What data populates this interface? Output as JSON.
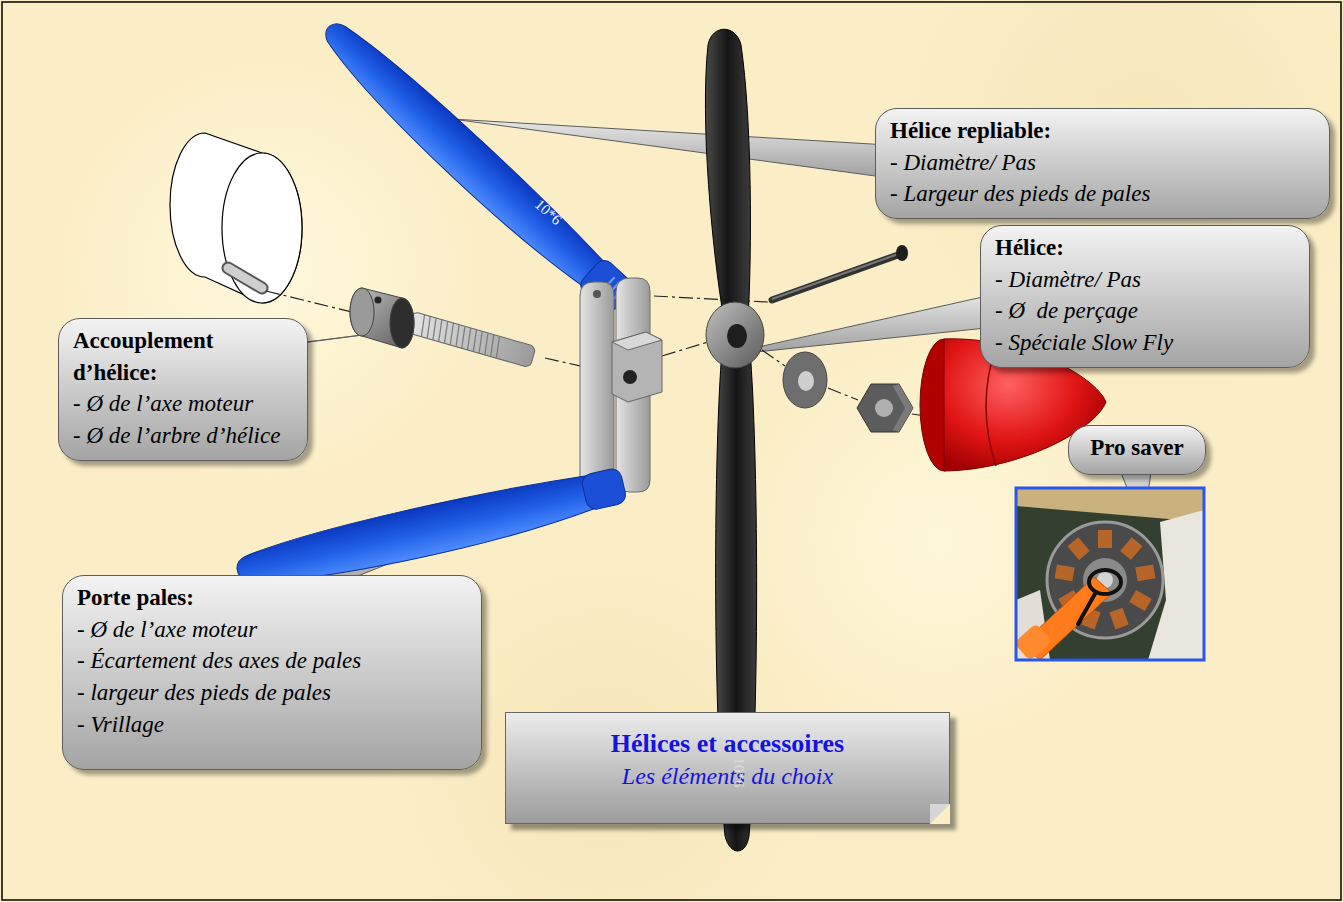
{
  "diagram": {
    "nodes": [
      {
        "text": [
          "Hélice repliable:",
          "- Diamètre/ Pas",
          "- Largeur des pieds de pales"
        ]
      },
      {
        "text": [
          "Hélice:",
          "- Diamètre/ Pas",
          "- Ø  de perçage",
          "- Spéciale Slow Fly"
        ]
      },
      {
        "text": [
          "Accouplement d’hélice:",
          "- Ø de l’axe moteur",
          "- Ø de l’arbre d’hélice"
        ]
      },
      {
        "text": [
          "Pro saver"
        ]
      },
      {
        "text": [
          "Porte pales:",
          "- Ø de l’axe moteur",
          "- Écartement des axes de pales",
          "- largeur des pieds de pales",
          "- Vrillage"
        ]
      },
      {
        "text": [
          "Hélices et accessoires",
          "Les éléments du choix"
        ]
      }
    ],
    "labels": [
      "10*6",
      "10*6"
    ]
  }
}
